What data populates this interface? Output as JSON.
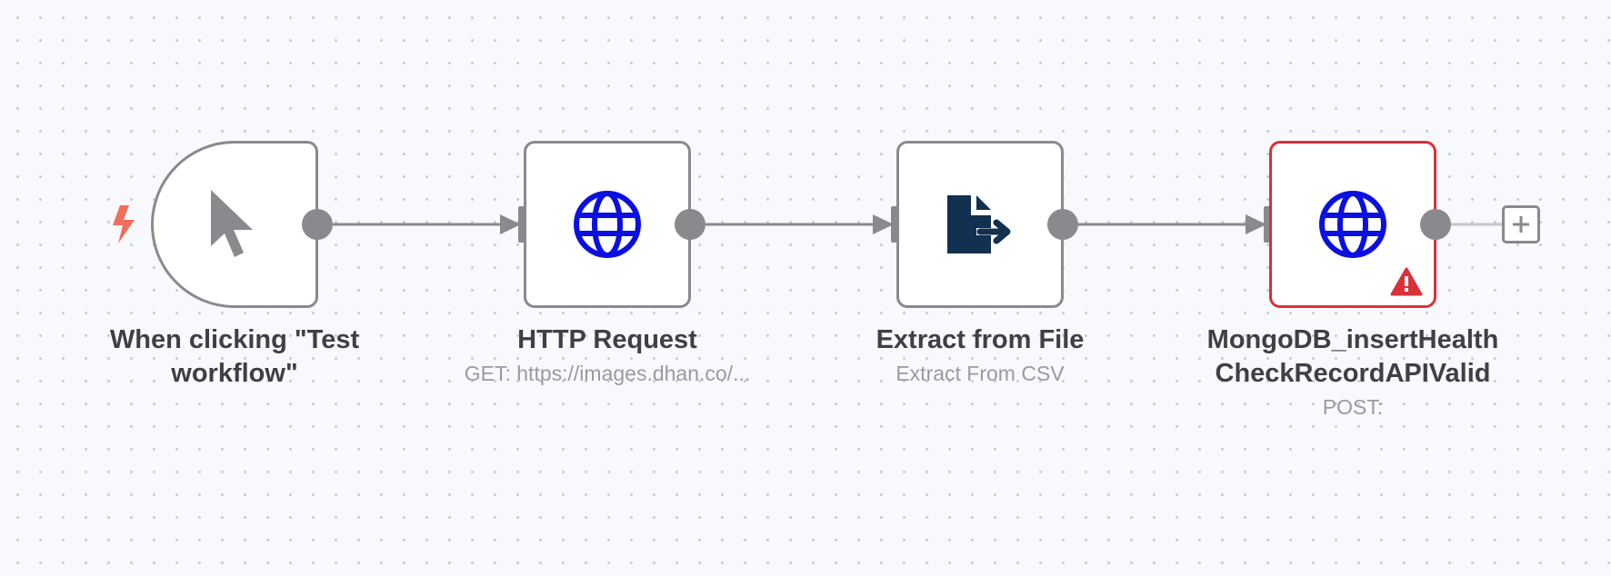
{
  "canvas": {
    "background": "#f8f9fc",
    "dot_color": "#c9ccd6"
  },
  "colors": {
    "node_border": "#8a8a8e",
    "error_border": "#d9313a",
    "globe_icon": "#0b10e0",
    "file_icon": "#12304f",
    "trigger_bolt": "#ee6f5b",
    "title_text": "#3f3f44",
    "subtitle_text": "#9a9aa0"
  },
  "nodes": [
    {
      "id": "trigger",
      "title": "When clicking \"Test workflow\"",
      "subtitle": "",
      "icon": "cursor-icon",
      "status": "ok"
    },
    {
      "id": "http-request",
      "title": "HTTP Request",
      "subtitle": "GET: https://images.dhan.co/...",
      "icon": "globe-icon",
      "status": "ok"
    },
    {
      "id": "extract-from-file",
      "title": "Extract from File",
      "subtitle": "Extract From CSV",
      "icon": "file-export-icon",
      "status": "ok"
    },
    {
      "id": "mongodb-insert",
      "title": "MongoDB_insertHealth CheckRecordAPIValid",
      "subtitle": "POST:",
      "icon": "globe-icon",
      "status": "error"
    }
  ],
  "connections": [
    [
      "trigger",
      "http-request"
    ],
    [
      "http-request",
      "extract-from-file"
    ],
    [
      "extract-from-file",
      "mongodb-insert"
    ]
  ],
  "add_button": {
    "icon": "plus-icon"
  }
}
